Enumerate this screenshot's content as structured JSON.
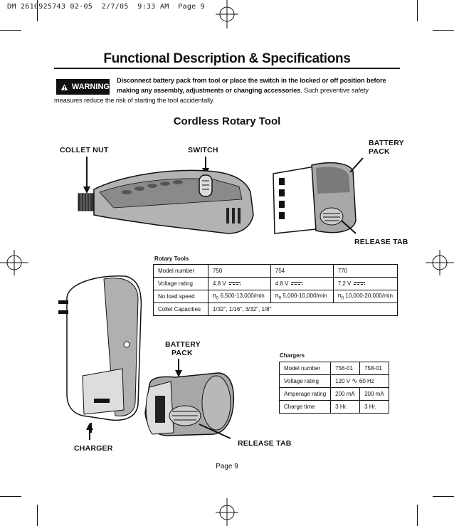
{
  "header_slug": "DM 2610925743 02-05  2/7/05  9:33 AM  Page 9",
  "title": "Functional Description & Specifications",
  "warning": {
    "label": "WARNING",
    "line1": "Disconnect battery pack from tool or place the switch in the locked or off position before",
    "line2_bold": "making any assembly, adjustments or changing accessories",
    "line2_rest": ". Such preventive safety",
    "line3": "measures reduce the risk of starting the tool accidentally."
  },
  "subtitle": "Cordless Rotary Tool",
  "callouts": {
    "collet_nut": "COLLET NUT",
    "switch": "SWITCH",
    "battery_pack_top_1": "BATTERY",
    "battery_pack_top_2": "PACK",
    "release_tab_top": "RELEASE TAB",
    "battery_pack_bottom_1": "BATTERY",
    "battery_pack_bottom_2": "PACK",
    "release_tab_bottom": "RELEASE TAB",
    "charger": "CHARGER"
  },
  "rotary_tools": {
    "heading": "Rotary Tools",
    "rows": [
      {
        "label": "Model number",
        "c1": "750",
        "c2": "754",
        "c3": "770"
      },
      {
        "label": "Voltage rating",
        "c1": "4.8 V",
        "c2": "4.8 V",
        "c3": "7.2 V"
      },
      {
        "label": "No load speed",
        "c1": "6,500-13,000/min",
        "c2": "5,000-10,000/min",
        "c3": "10,000-20,000/min"
      },
      {
        "label": "Collet Capacities",
        "c1": "1/32\", 1/16\", 3/32\", 1/8\""
      }
    ],
    "speed_symbol": "n",
    "speed_sub": "0"
  },
  "chargers": {
    "heading": "Chargers",
    "rows": [
      {
        "label": "Model number",
        "c1": "756-01",
        "c2": "758-01"
      },
      {
        "label": "Voltage rating",
        "c1": "120 V",
        "c1b": "60 Hz"
      },
      {
        "label": "Amperage rating",
        "c1": "200 mA",
        "c2": "200 mA"
      },
      {
        "label": "Charge time",
        "c1": "3 Hr.",
        "c2": "3 Hr."
      }
    ]
  },
  "page_label": "Page 9"
}
